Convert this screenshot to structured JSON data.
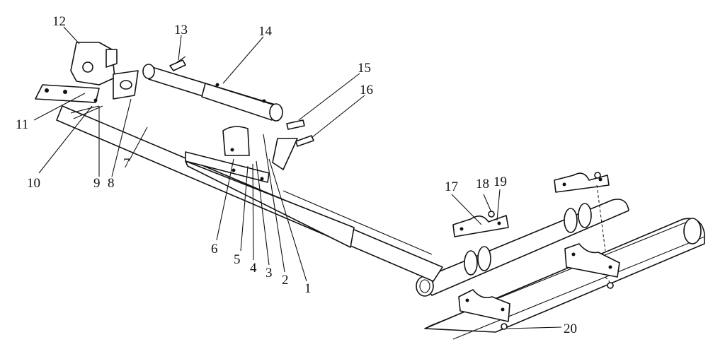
{
  "callouts": [
    {
      "id": "c1",
      "text": "1"
    },
    {
      "id": "c2",
      "text": "2"
    },
    {
      "id": "c3",
      "text": "3"
    },
    {
      "id": "c4",
      "text": "4"
    },
    {
      "id": "c5",
      "text": "5"
    },
    {
      "id": "c6",
      "text": "6"
    },
    {
      "id": "c7",
      "text": "7"
    },
    {
      "id": "c8",
      "text": "8"
    },
    {
      "id": "c9",
      "text": "9"
    },
    {
      "id": "c10",
      "text": "10"
    },
    {
      "id": "c11",
      "text": "11"
    },
    {
      "id": "c12",
      "text": "12"
    },
    {
      "id": "c13",
      "text": "13"
    },
    {
      "id": "c14",
      "text": "14"
    },
    {
      "id": "c15",
      "text": "15"
    },
    {
      "id": "c16",
      "text": "16"
    },
    {
      "id": "c17",
      "text": "17"
    },
    {
      "id": "c18",
      "text": "18"
    },
    {
      "id": "c19",
      "text": "19"
    },
    {
      "id": "c20",
      "text": "20"
    }
  ]
}
